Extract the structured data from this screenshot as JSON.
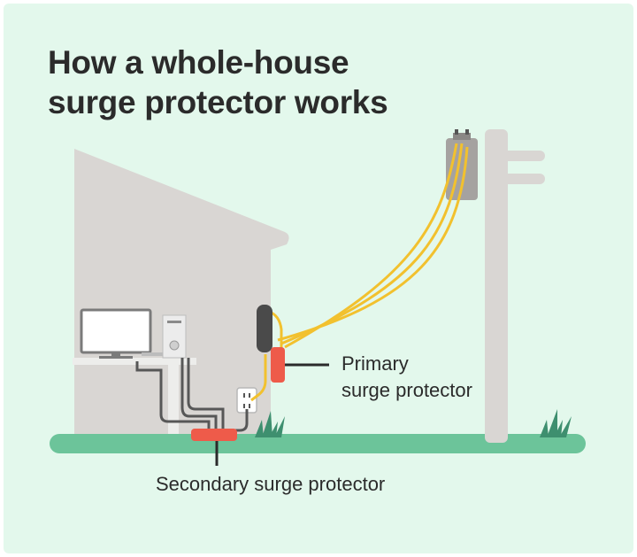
{
  "title": {
    "line1": "How a whole-house",
    "line2": "surge protector works"
  },
  "labels": {
    "primary_line1": "Primary",
    "primary_line2": "surge protector",
    "secondary": "Secondary surge protector"
  },
  "colors": {
    "background": "#e3f8ec",
    "house": "#d9d6d3",
    "ground": "#6cc49a",
    "wire": "#f2c12e",
    "protector": "#ee5b4a",
    "meter": "#4a4a4a",
    "pole": "#d9d6d3",
    "grass": "#3e8f6f",
    "text": "#2b2b2b"
  }
}
